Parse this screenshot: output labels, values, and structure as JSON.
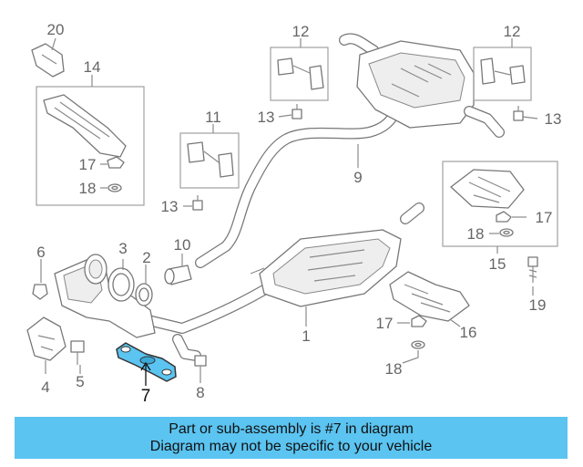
{
  "diagram": {
    "callouts": [
      {
        "id": "c20",
        "text": "20"
      },
      {
        "id": "c14",
        "text": "14"
      },
      {
        "id": "c17a",
        "text": "17"
      },
      {
        "id": "c18a",
        "text": "18"
      },
      {
        "id": "c12a",
        "text": "12"
      },
      {
        "id": "c13a",
        "text": "13"
      },
      {
        "id": "c12b",
        "text": "12"
      },
      {
        "id": "c13b",
        "text": "13"
      },
      {
        "id": "c11",
        "text": "11"
      },
      {
        "id": "c13c",
        "text": "13"
      },
      {
        "id": "c9",
        "text": "9"
      },
      {
        "id": "c6",
        "text": "6"
      },
      {
        "id": "c3",
        "text": "3"
      },
      {
        "id": "c2",
        "text": "2"
      },
      {
        "id": "c10",
        "text": "10"
      },
      {
        "id": "c17b",
        "text": "17"
      },
      {
        "id": "c18b",
        "text": "18"
      },
      {
        "id": "c15",
        "text": "15"
      },
      {
        "id": "c19",
        "text": "19"
      },
      {
        "id": "c1",
        "text": "1"
      },
      {
        "id": "c17c",
        "text": "17"
      },
      {
        "id": "c16",
        "text": "16"
      },
      {
        "id": "c18c",
        "text": "18"
      },
      {
        "id": "c4",
        "text": "4"
      },
      {
        "id": "c5",
        "text": "5"
      },
      {
        "id": "c8",
        "text": "8"
      },
      {
        "id": "c7",
        "text": "7"
      }
    ],
    "highlight_part": "7",
    "highlight_color": "#5bc4f1"
  },
  "banner": {
    "line1": "Part or sub-assembly is #7 in diagram",
    "line2": "Diagram may not be specific to your vehicle",
    "background": "#5bc4f1"
  }
}
